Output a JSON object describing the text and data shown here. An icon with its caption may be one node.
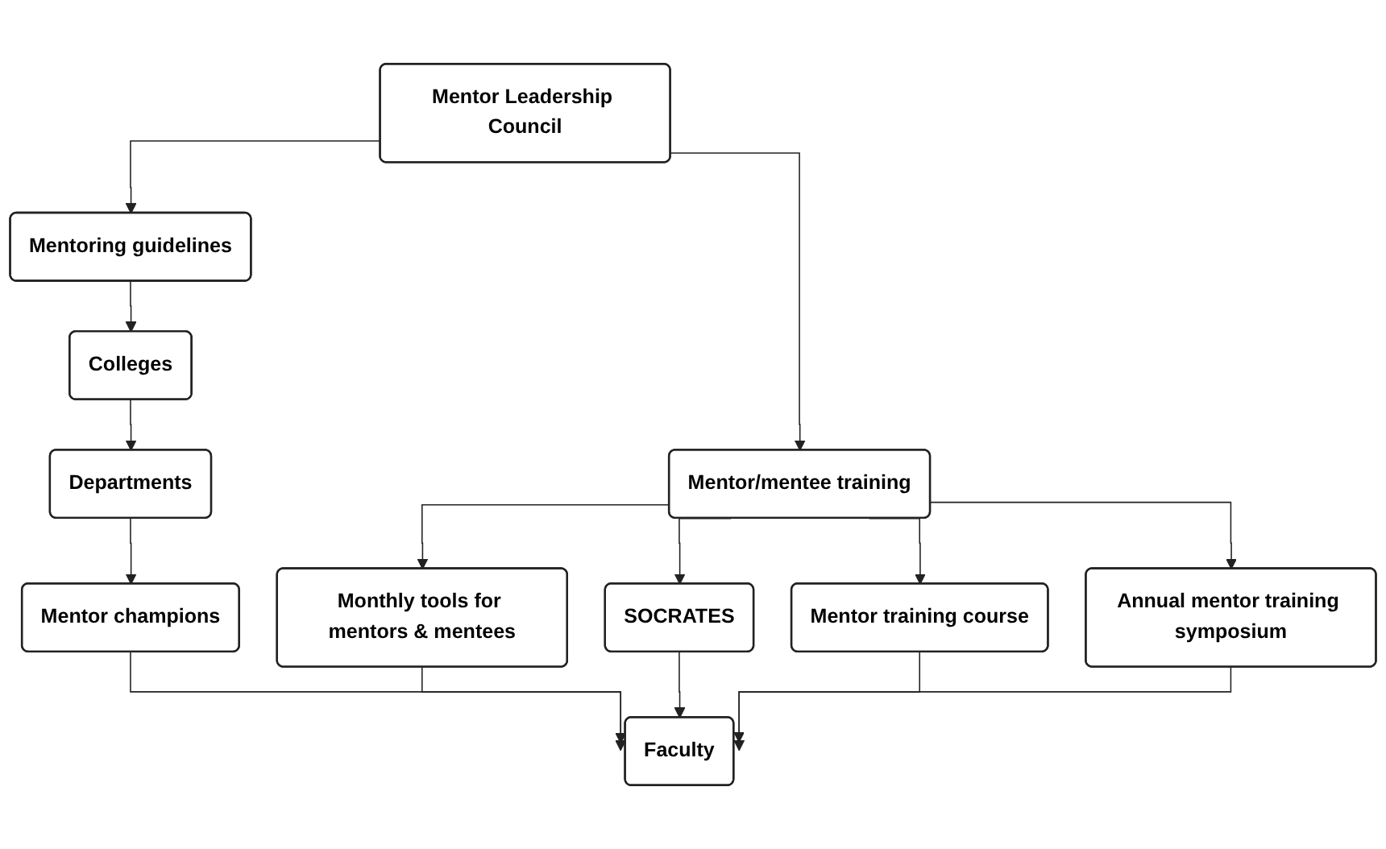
{
  "diagram": {
    "nodes": [
      {
        "text": [
          "Mentor Leadership Council"
        ]
      },
      {
        "text": [
          "Mentoring guidelines"
        ]
      },
      {
        "text": [
          "Mentor/mentee training"
        ]
      },
      {
        "text": [
          "Colleges"
        ]
      },
      {
        "text": [
          "Departments"
        ]
      },
      {
        "text": [
          "Mentor champions"
        ]
      },
      {
        "text": [
          "Monthly tools for mentors & mentees"
        ]
      },
      {
        "text": [
          "Annual mentor training symposium"
        ]
      },
      {
        "text": [
          "SOCRATES"
        ]
      },
      {
        "text": [
          "Mentor training course"
        ]
      },
      {
        "text": [
          "Faculty"
        ]
      }
    ],
    "edges": [
      {
        "from": 0,
        "to": 1,
        "arrow": "to"
      },
      {
        "from": 0,
        "to": 2,
        "arrow": "to"
      },
      {
        "from": 1,
        "to": 3,
        "arrow": "to"
      },
      {
        "from": 3,
        "to": 4,
        "arrow": "to"
      },
      {
        "from": 4,
        "to": 5,
        "arrow": "to"
      },
      {
        "from": 2,
        "to": 6,
        "arrow": "to"
      },
      {
        "from": 2,
        "to": 7,
        "arrow": "to"
      },
      {
        "from": 2,
        "to": 8,
        "arrow": "to"
      },
      {
        "from": 2,
        "to": 9,
        "arrow": "to"
      },
      {
        "from": 5,
        "to": 10,
        "arrow": "to"
      },
      {
        "from": 6,
        "to": 10,
        "arrow": "to"
      },
      {
        "from": 8,
        "to": 10,
        "arrow": "to"
      },
      {
        "from": 9,
        "to": 10,
        "arrow": "to"
      },
      {
        "from": 7,
        "to": 10,
        "arrow": "to"
      }
    ]
  }
}
